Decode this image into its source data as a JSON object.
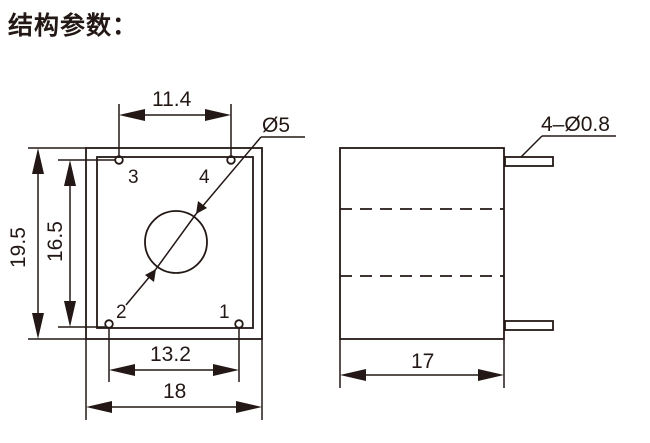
{
  "title": "结构参数：",
  "front_view": {
    "dimensions": {
      "pin_spacing_top": "11.4",
      "pin_spacing_bottom": "13.2",
      "overall_width": "18",
      "overall_height": "19.5",
      "inner_height": "16.5",
      "hole_diameter": "Ø5"
    },
    "pins": [
      "1",
      "2",
      "3",
      "4"
    ]
  },
  "side_view": {
    "dimensions": {
      "depth": "17",
      "pin_spec": "4–Ø0.8"
    }
  },
  "colors": {
    "line": "#231815",
    "background": "#ffffff"
  }
}
